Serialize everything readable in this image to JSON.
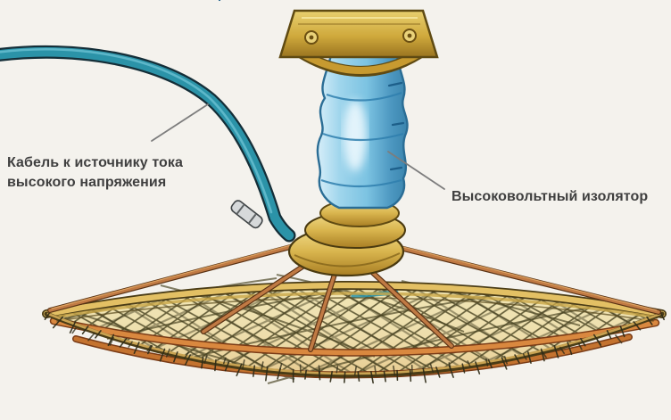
{
  "labels": {
    "cable_line1": "Кабель к источнику тока",
    "cable_line2": "высокого напряжения",
    "insulator": "Высоковольтный изолятор"
  },
  "colors": {
    "background": "#f4f2ed",
    "cable": "#2b93a8",
    "cable_outline": "#142e38",
    "cable_highlight": "#6fc3d4",
    "insulator_mid": "#7cc3e2",
    "insulator_shadow": "#4c97c0",
    "insulator_line": "#2f7fae",
    "brass": "#d9b54e",
    "brass_dark": "#6b4f12",
    "copper": "#c07a44",
    "copper_dark": "#5a3214",
    "mesh_fill": "#efe3b0",
    "mesh_line": "#45401e",
    "band_orange": "#d9883f",
    "band_dark": "#7a3c17",
    "needle": "#2f2c18",
    "label_text": "#3f3f3f",
    "leader": "#7d7d7d"
  }
}
